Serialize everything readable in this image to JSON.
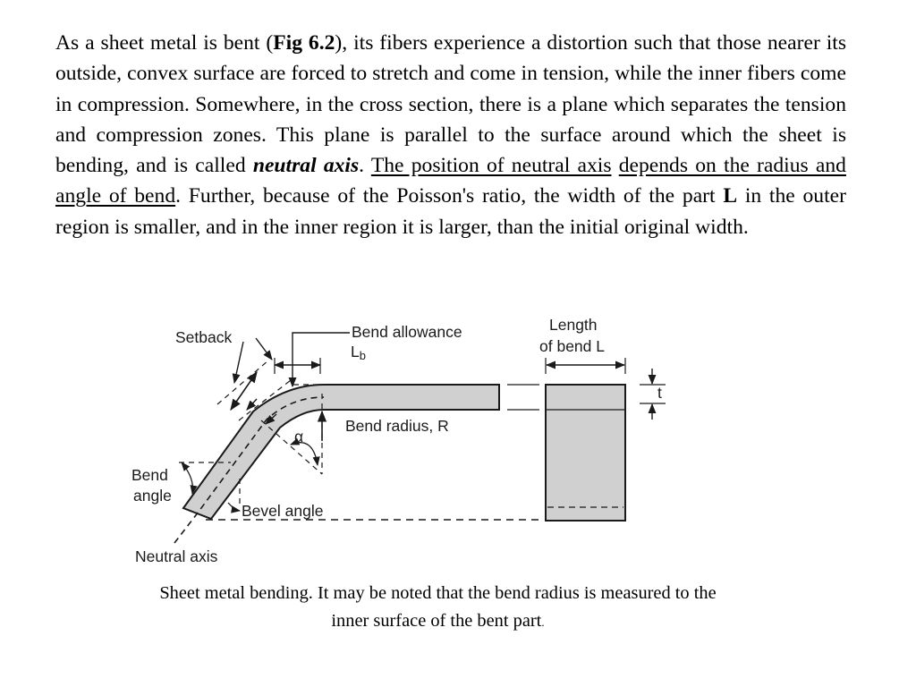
{
  "paragraph": {
    "p1": "As a sheet metal is bent (",
    "fig_ref": "Fig 6.2",
    "p2": "), its fibers experience a distortion such that those nearer its outside, convex surface are forced to stretch and come in tension, while the inner fibers come in compression. Somewhere, in the cross section, there is a plane which separates the tension and compression zones. This plane is parallel to the surface around which the sheet is bending, and is called ",
    "term": "neutral axis",
    "p3": ". ",
    "underline1": "The position of neutral axis",
    "p4": " ",
    "underline2": "depends on the radius and angle of bend",
    "p5": ". Further, because of the Poisson's ratio, the width of the part ",
    "part_letter": "L",
    "p6": " in the outer region is smaller, and in the inner region it is larger, than the initial original width."
  },
  "figure": {
    "labels": {
      "setback": "Setback",
      "bend_allowance": "Bend allowance",
      "lb_main": "L",
      "lb_sub": "b",
      "length_line1": "Length",
      "length_line2": "of bend L",
      "t": "t",
      "alpha": "α",
      "bend_radius": "Bend radius, R",
      "bend_angle_line1": "Bend",
      "bend_angle_line2": "angle",
      "bevel_angle": "Bevel angle",
      "neutral_axis": "Neutral axis"
    },
    "colors": {
      "fill": "#d0d0d0",
      "stroke": "#1a1a1a"
    }
  },
  "caption": {
    "line1": "Sheet metal bending. It may be noted that the bend radius is measured to the",
    "line2": "inner surface of the bent part",
    "end": "."
  }
}
